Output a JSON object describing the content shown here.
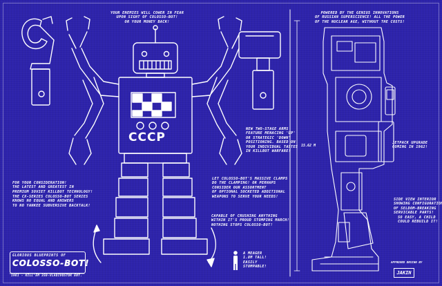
{
  "notes": {
    "top_center": "YOUR ENEMIES WILL COWER IN FEAR\nUPON SIGHT OF COLOSSO-BOT!\nOR YOUR MONEY BACK!",
    "top_right": "POWERED BY THE GENIUS INNOVATIONS\nOF RUSSIAN SUPERSCIENCE! ALL THE POWER\nOF THE NUCLEAR AGE, WITHOUT THE COSTS!",
    "arms": "NEW TWO-STAGE ARMS\nFEATURE MENACING 'UP'\nOR STRATEGIC 'DOWN'\nPOSITIONING. BASED ON\nYOUR INDIVIDUAL TASTES\nIN KILLBOT WARFARE!",
    "jetpack": "JETPACK UPGRADE\nCOMING IN 1962!",
    "left_1": "FOR YOUR CONSIDERATION!\nTHE LATEST AND GREATEST IN\nPREMIUM SOVIET KILLBOT TECHNOLOGY!",
    "left_2": "THE CX-SERIES COLOSSO-BOT SERIES\nKNOWS NO EQUAL AND ANSWERS\nTO NO YANKEE SUBVERSIVE BACKTALK!",
    "clamps": "LET COLOSSO-BOT'S MASSIVE CLAMPS\nDO THE CLAMPING! OR PERHAPS\nCONSIDER OUR ASSORTMENT\nOF OPTIONAL SOCKETED ADDITIONAL\nWEAPONS TO SERVE YOUR NEEDS!",
    "march": "CAPABLE OF CRUSHING ANYTHING\nWITHIN IT'S PROUD STOMPING MARCH!\nNOTHING STOPS COLOSSO-BOT!",
    "side_view": "SIDE VIEW INTERIOR\nSHOWING CONFIGURATION\nOF SELDOM-BREAKING\nSERVICABLE PARTS!",
    "rebuild": "SO EASY, A CHILD\nCOULD REBUILD IT!",
    "human": "A MEAGER\n1.8M TALL!\nEASILY\nSTOMPABLE!"
  },
  "chest_text": "CCCP",
  "dimension": "15.62 M",
  "title": {
    "small": "GLORIOUS BLUEPRINTS OF",
    "big": "COLOSSO-BOT!",
    "sub": "1961 - KILL'EM 350-VLADIVOSTOK ENT."
  },
  "credit": "APPROVED DESIGN BY",
  "signature": "JAKIN",
  "colors": {
    "background": "#2d23ab",
    "line": "#ffffff"
  }
}
